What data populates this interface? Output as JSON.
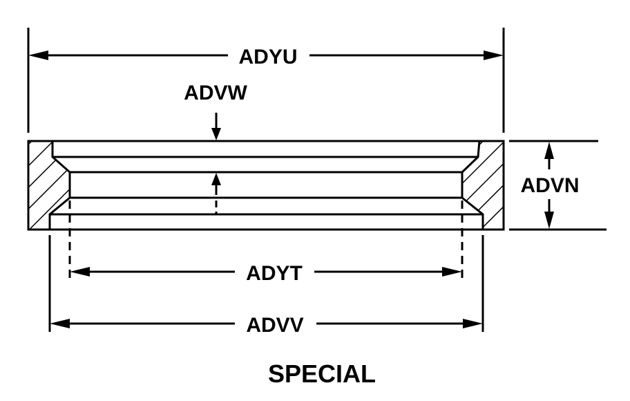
{
  "labels": {
    "overall_width": "ADYU",
    "groove_indicator": "ADVW",
    "height": "ADVN",
    "inner_diameter": "ADYT",
    "bottom_width": "ADVV"
  },
  "caption": "SPECIAL",
  "colors": {
    "ink": "#000000",
    "background": "#ffffff"
  }
}
